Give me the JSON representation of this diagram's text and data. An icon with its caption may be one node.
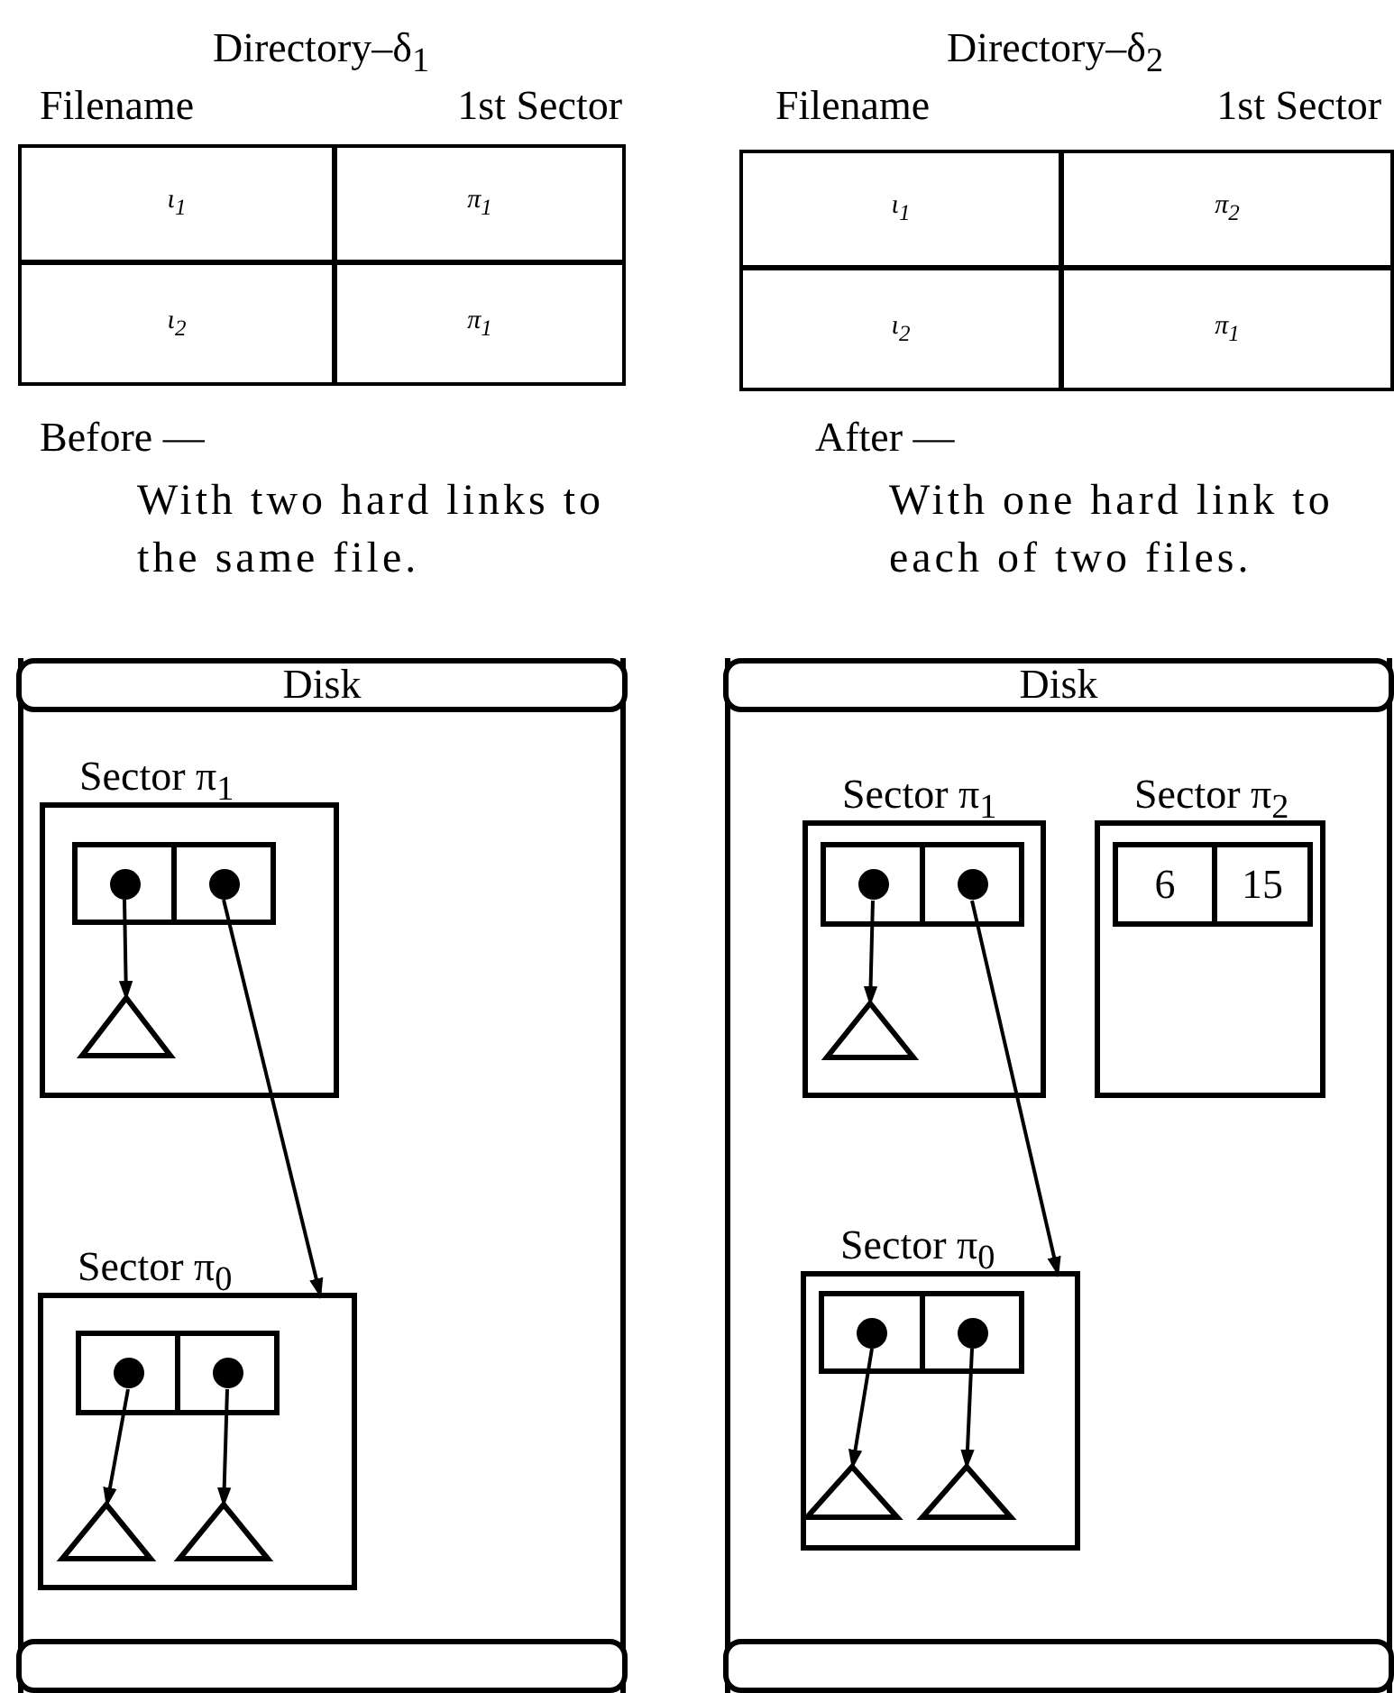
{
  "diagram": {
    "nodes": [
      {
        "text": [
          "Disk"
        ]
      },
      {
        "text": [
          "Sector π$_{1}$"
        ],
        "in": 0
      },
      {
        "text": [],
        "shape": "box",
        "in": 1
      },
      {
        "text": [],
        "shape": "box",
        "in": 1
      },
      {
        "text": [],
        "shape": "triangle",
        "in": 1
      },
      {
        "text": [
          "Sector π$_{0}$"
        ],
        "in": 0
      },
      {
        "text": [],
        "shape": "box",
        "in": 5
      },
      {
        "text": [],
        "shape": "box",
        "in": 5
      },
      {
        "text": [],
        "shape": "triangle",
        "in": 5
      },
      {
        "text": [],
        "shape": "triangle",
        "in": 5
      },
      {
        "text": [
          "Disk"
        ]
      },
      {
        "text": [
          "Sector π$_{1}$"
        ],
        "in": 10
      },
      {
        "text": [],
        "shape": "box",
        "in": 11
      },
      {
        "text": [],
        "shape": "box",
        "in": 11
      },
      {
        "text": [],
        "shape": "triangle",
        "in": 11
      },
      {
        "text": [
          "Sector π$_{2}$"
        ],
        "in": 10
      },
      {
        "text": [
          "6"
        ],
        "in": 15
      },
      {
        "text": [
          "15"
        ],
        "in": 15
      },
      {
        "text": [
          "Sector π$_{0}$"
        ],
        "in": 10
      },
      {
        "text": [],
        "shape": "box",
        "in": 18
      },
      {
        "text": [],
        "shape": "box",
        "in": 18
      },
      {
        "text": [],
        "shape": "triangle",
        "in": 18
      },
      {
        "text": [],
        "shape": "triangle",
        "in": 18
      }
    ],
    "edges": [
      {
        "from": 2,
        "to": 4,
        "arrow": "to"
      },
      {
        "from": 3,
        "to": 5,
        "arrow": "to"
      },
      {
        "from": 6,
        "to": 8,
        "arrow": "to"
      },
      {
        "from": 7,
        "to": 9,
        "arrow": "to"
      },
      {
        "from": 12,
        "to": 14,
        "arrow": "to"
      },
      {
        "from": 13,
        "to": 18,
        "arrow": "to"
      },
      {
        "from": 19,
        "to": 21,
        "arrow": "to"
      },
      {
        "from": 20,
        "to": 22,
        "arrow": "to"
      }
    ],
    "labels": [
      "Directory–δ$_{1}$",
      "Directory–δ$_{2}$",
      "Filename",
      "1st Sector",
      "Filename",
      "1st Sector",
      "ι$_{1}$",
      "π$_{1}$",
      "ι$_{1}$",
      "π$_{2}$",
      "ι$_{2}$",
      "π$_{1}$",
      "ι$_{2}$",
      "π$_{1}$",
      "Before —",
      "After —",
      "With two hard links to the same file.",
      "With one hard link to each of two files."
    ]
  }
}
